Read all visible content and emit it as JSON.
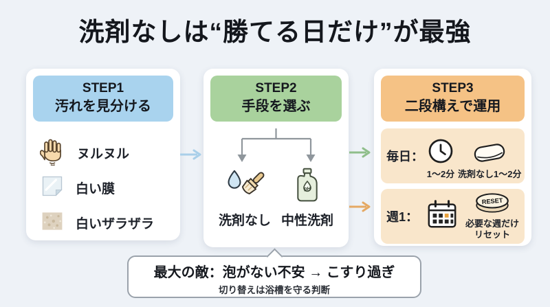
{
  "title": "洗剤なしは“勝てる日だけ”が最強",
  "step1": {
    "title": "STEP1",
    "subtitle": "汚れを見分ける",
    "items": [
      {
        "icon": "hand-icon",
        "label": "ヌルヌル"
      },
      {
        "icon": "white-film-icon",
        "label": "白い膜"
      },
      {
        "icon": "rough-texture-icon",
        "label": "白いザラザラ"
      }
    ]
  },
  "step2": {
    "title": "STEP2",
    "subtitle": "手段を選ぶ",
    "ph_label": "pH",
    "options": [
      {
        "icon": "waterdrop-brush-icon",
        "label": "洗剤なし"
      },
      {
        "icon": "detergent-bottle-icon",
        "label": "中性洗剤"
      }
    ]
  },
  "step3": {
    "title": "STEP3",
    "subtitle": "二段構えで運用",
    "daily": {
      "label": "毎日：",
      "clock_caption": "1〜2分",
      "sponge_caption": "洗剤なし1〜2分"
    },
    "weekly": {
      "label": "週1：",
      "reset_button": "RESET",
      "caption_line1": "必要な週だけ",
      "caption_line2": "リセット"
    }
  },
  "note": {
    "line1": "最大の敵：泡がない不安 → こすり過ぎ",
    "line2": "切り替えは浴槽を守る判断"
  },
  "colors": {
    "background": "#eef2f7",
    "step1_header": "#a9d3ee",
    "step2_header": "#a9d29d",
    "step3_header": "#f5c285",
    "step3_subbox": "#f9e6cb",
    "arrow_blue": "#a9cfe9",
    "arrow_green": "#8fbe8a",
    "arrow_orange": "#e5a964",
    "branch_gray": "#8f969c",
    "calendar_highlight": "#e8a13c"
  }
}
